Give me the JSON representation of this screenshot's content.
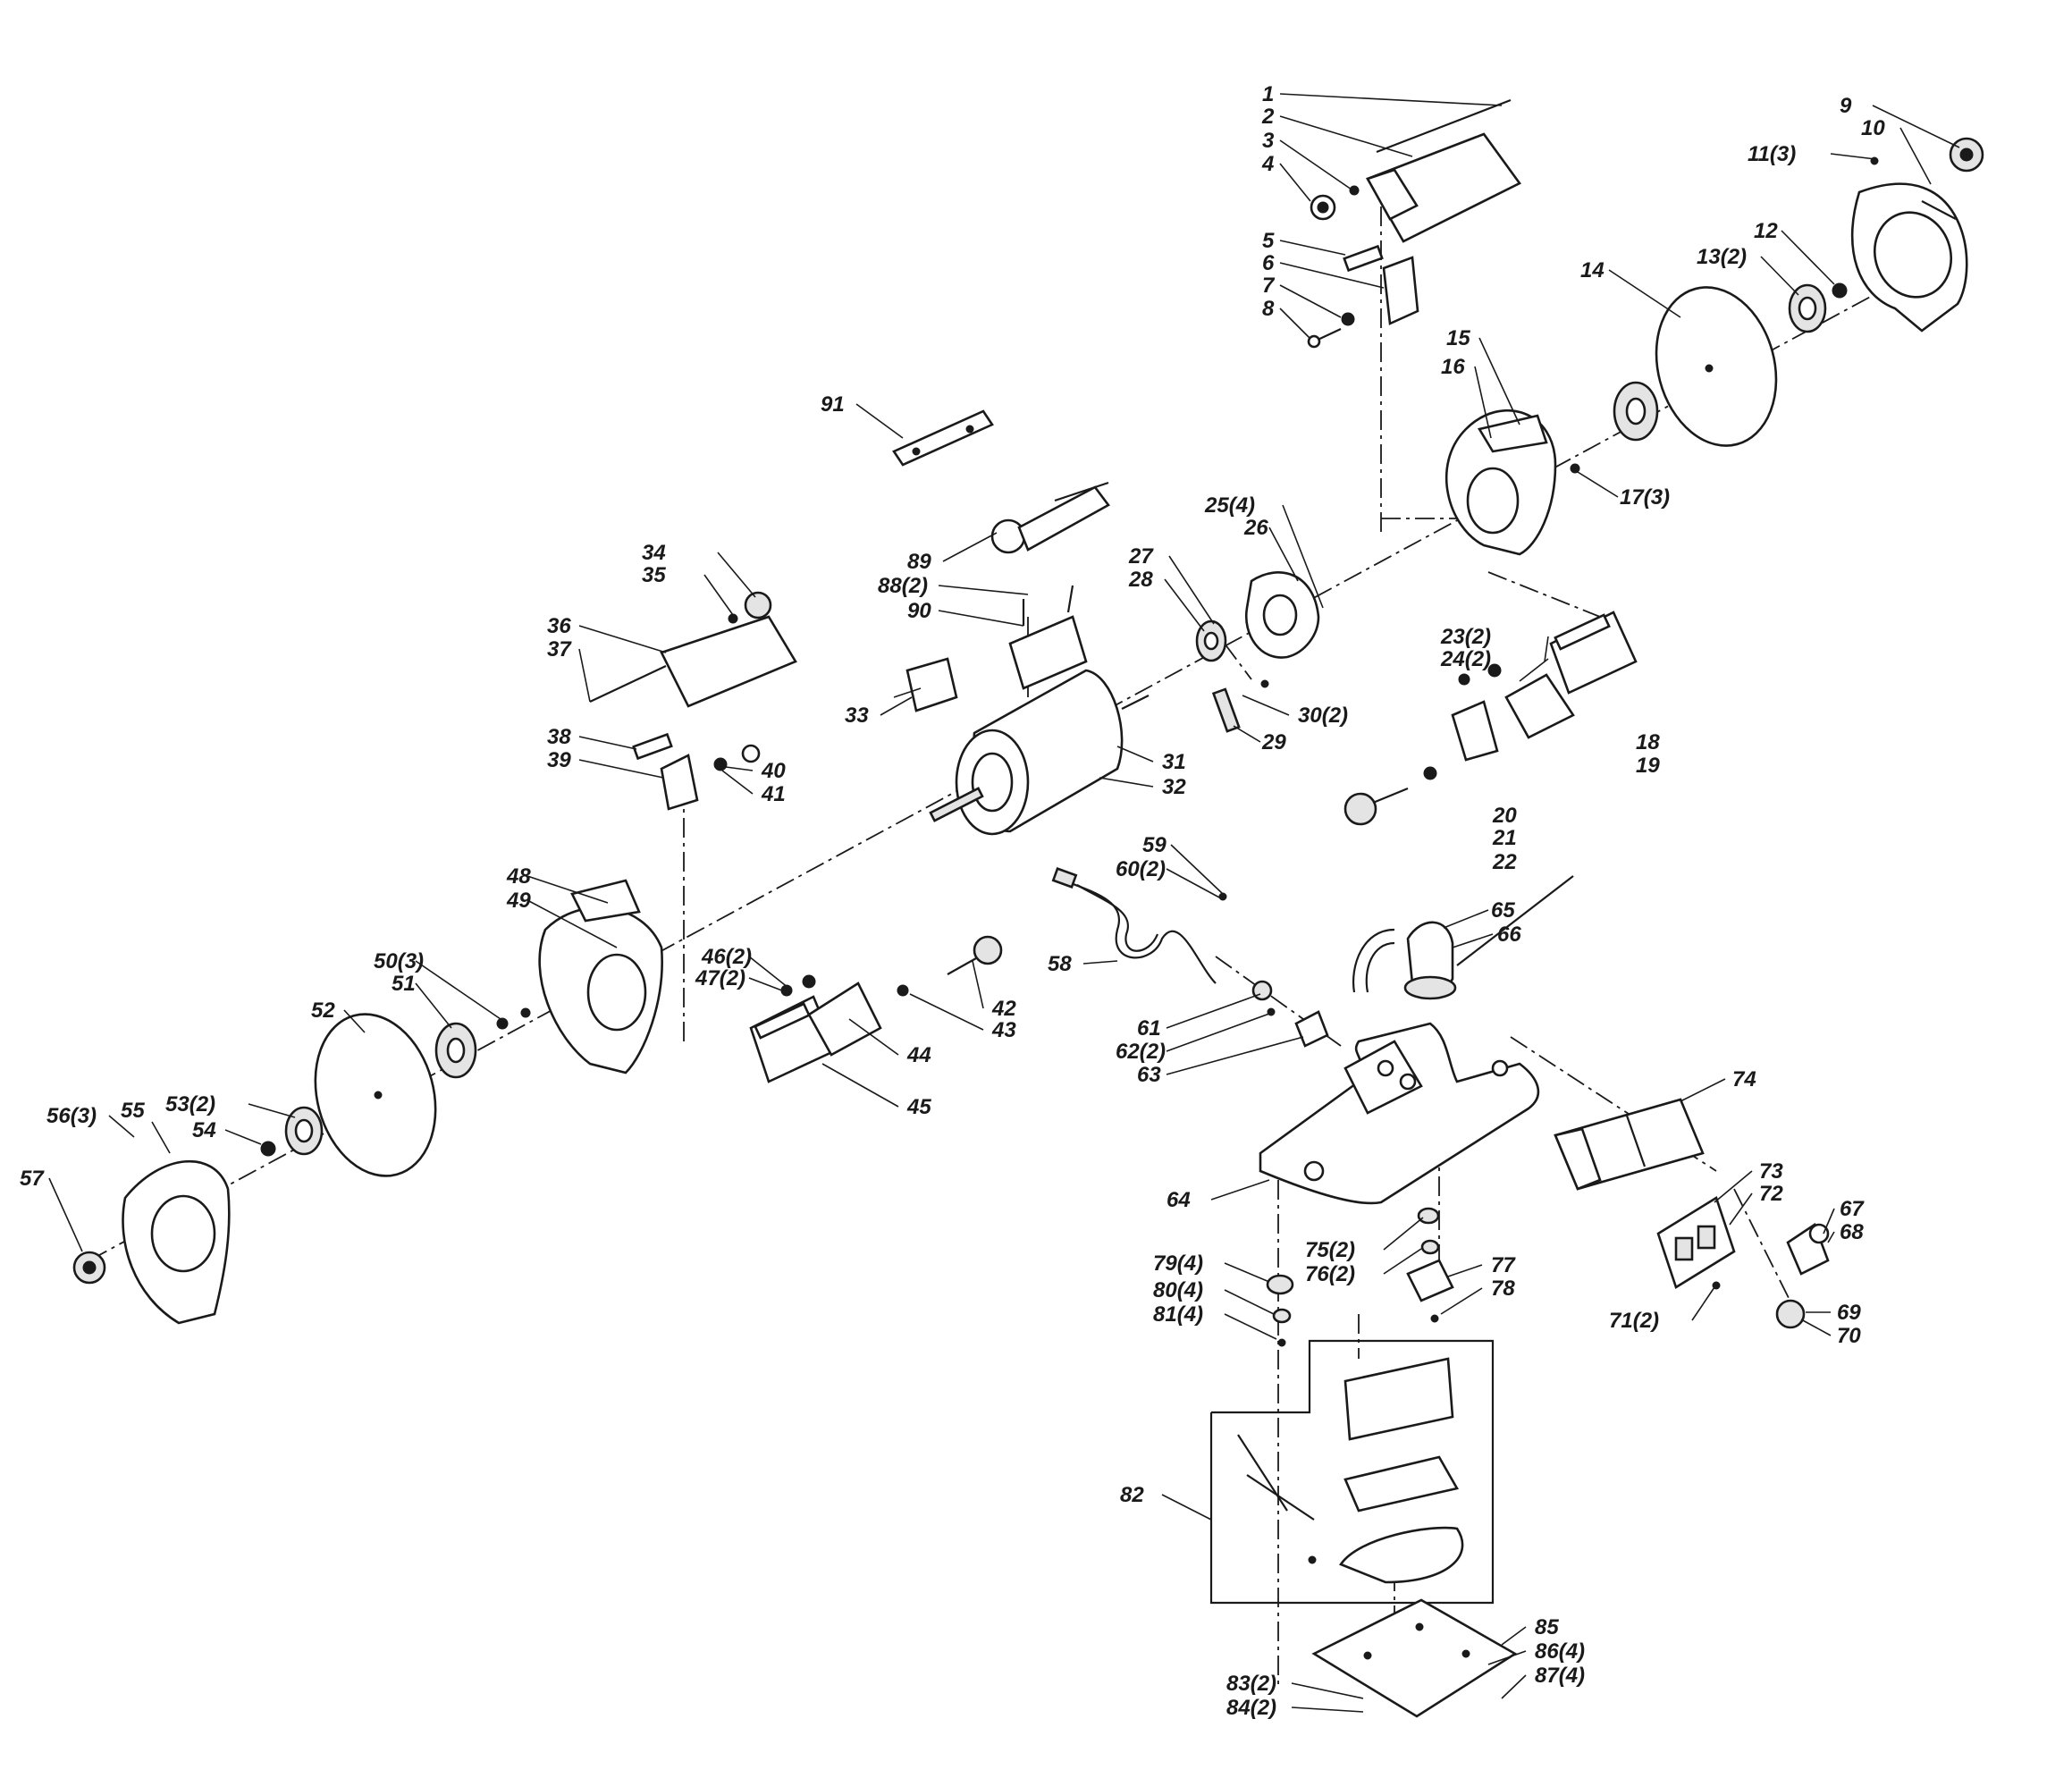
{
  "callouts": [
    {
      "id": "c1",
      "text": "1"
    },
    {
      "id": "c2",
      "text": "2"
    },
    {
      "id": "c3",
      "text": "3"
    },
    {
      "id": "c4",
      "text": "4"
    },
    {
      "id": "c5",
      "text": "5"
    },
    {
      "id": "c6",
      "text": "6"
    },
    {
      "id": "c7",
      "text": "7"
    },
    {
      "id": "c8",
      "text": "8"
    },
    {
      "id": "c9",
      "text": "9"
    },
    {
      "id": "c10",
      "text": "10"
    },
    {
      "id": "c11",
      "text": "11(3)"
    },
    {
      "id": "c12",
      "text": "12"
    },
    {
      "id": "c13",
      "text": "13(2)"
    },
    {
      "id": "c14",
      "text": "14"
    },
    {
      "id": "c15",
      "text": "15"
    },
    {
      "id": "c16",
      "text": "16"
    },
    {
      "id": "c17",
      "text": "17(3)"
    },
    {
      "id": "c18",
      "text": "18"
    },
    {
      "id": "c19",
      "text": "19"
    },
    {
      "id": "c20",
      "text": "20"
    },
    {
      "id": "c21",
      "text": "21"
    },
    {
      "id": "c22",
      "text": "22"
    },
    {
      "id": "c23",
      "text": "23(2)"
    },
    {
      "id": "c24",
      "text": "24(2)"
    },
    {
      "id": "c25",
      "text": "25(4)"
    },
    {
      "id": "c26",
      "text": "26"
    },
    {
      "id": "c27",
      "text": "27"
    },
    {
      "id": "c28",
      "text": "28"
    },
    {
      "id": "c29",
      "text": "29"
    },
    {
      "id": "c30",
      "text": "30(2)"
    },
    {
      "id": "c31",
      "text": "31"
    },
    {
      "id": "c32",
      "text": "32"
    },
    {
      "id": "c33",
      "text": "33"
    },
    {
      "id": "c34",
      "text": "34"
    },
    {
      "id": "c35",
      "text": "35"
    },
    {
      "id": "c36",
      "text": "36"
    },
    {
      "id": "c37",
      "text": "37"
    },
    {
      "id": "c38",
      "text": "38"
    },
    {
      "id": "c39",
      "text": "39"
    },
    {
      "id": "c40",
      "text": "40"
    },
    {
      "id": "c41",
      "text": "41"
    },
    {
      "id": "c42",
      "text": "42"
    },
    {
      "id": "c43",
      "text": "43"
    },
    {
      "id": "c44",
      "text": "44"
    },
    {
      "id": "c45",
      "text": "45"
    },
    {
      "id": "c46",
      "text": "46(2)"
    },
    {
      "id": "c47",
      "text": "47(2)"
    },
    {
      "id": "c48",
      "text": "48"
    },
    {
      "id": "c49",
      "text": "49"
    },
    {
      "id": "c50",
      "text": "50(3)"
    },
    {
      "id": "c51",
      "text": "51"
    },
    {
      "id": "c52",
      "text": "52"
    },
    {
      "id": "c53",
      "text": "53(2)"
    },
    {
      "id": "c54",
      "text": "54"
    },
    {
      "id": "c55",
      "text": "55"
    },
    {
      "id": "c56",
      "text": "56(3)"
    },
    {
      "id": "c57",
      "text": "57"
    },
    {
      "id": "c58",
      "text": "58"
    },
    {
      "id": "c59",
      "text": "59"
    },
    {
      "id": "c60",
      "text": "60(2)"
    },
    {
      "id": "c61",
      "text": "61"
    },
    {
      "id": "c62",
      "text": "62(2)"
    },
    {
      "id": "c63",
      "text": "63"
    },
    {
      "id": "c64",
      "text": "64"
    },
    {
      "id": "c65",
      "text": "65"
    },
    {
      "id": "c66",
      "text": "66"
    },
    {
      "id": "c67",
      "text": "67"
    },
    {
      "id": "c68",
      "text": "68"
    },
    {
      "id": "c69",
      "text": "69"
    },
    {
      "id": "c70",
      "text": "70"
    },
    {
      "id": "c71",
      "text": "71(2)"
    },
    {
      "id": "c72",
      "text": "72"
    },
    {
      "id": "c73",
      "text": "73"
    },
    {
      "id": "c74",
      "text": "74"
    },
    {
      "id": "c75",
      "text": "75(2)"
    },
    {
      "id": "c76",
      "text": "76(2)"
    },
    {
      "id": "c77",
      "text": "77"
    },
    {
      "id": "c78",
      "text": "78"
    },
    {
      "id": "c79",
      "text": "79(4)"
    },
    {
      "id": "c80",
      "text": "80(4)"
    },
    {
      "id": "c81",
      "text": "81(4)"
    },
    {
      "id": "c82",
      "text": "82"
    },
    {
      "id": "c83",
      "text": "83(2)"
    },
    {
      "id": "c84",
      "text": "84(2)"
    },
    {
      "id": "c85",
      "text": "85"
    },
    {
      "id": "c86",
      "text": "86(4)"
    },
    {
      "id": "c87",
      "text": "87(4)"
    },
    {
      "id": "c88",
      "text": "88(2)"
    },
    {
      "id": "c89",
      "text": "89"
    },
    {
      "id": "c90",
      "text": "90"
    },
    {
      "id": "c91",
      "text": "91"
    }
  ]
}
